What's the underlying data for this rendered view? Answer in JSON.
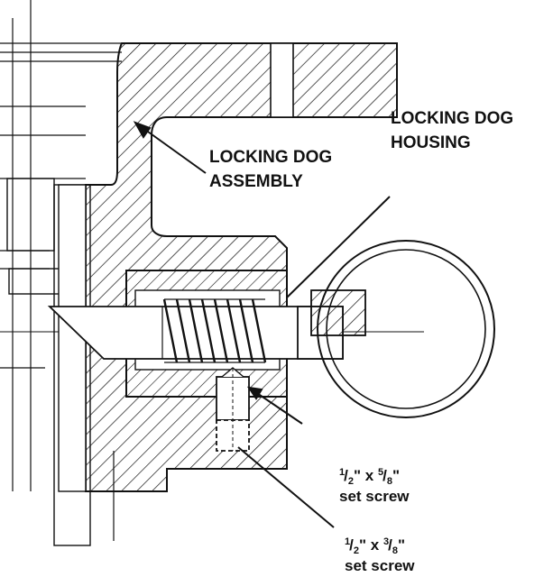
{
  "labels": {
    "housing_line1": "LOCKING DOG",
    "housing_line2": "HOUSING",
    "assembly_line1": "LOCKING DOG",
    "assembly_line2": "ASSEMBLY",
    "screw1_num": "1",
    "screw1_den": "2",
    "screw1_mid": "\" x ",
    "screw1_num2": "5",
    "screw1_den2": "8",
    "screw1_end": "\"",
    "screw1_text": "set screw",
    "screw2_num": "1",
    "screw2_den": "2",
    "screw2_mid": "\" x ",
    "screw2_num2": "3",
    "screw2_den2": "8",
    "screw2_end": "\"",
    "screw2_text": "set screw"
  },
  "colors": {
    "ink": "#111111",
    "paper": "#ffffff"
  }
}
